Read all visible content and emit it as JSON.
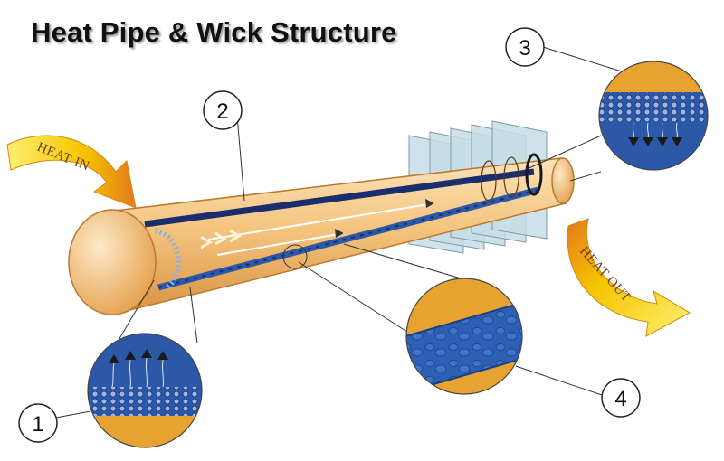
{
  "title": "Heat Pipe & Wick Structure",
  "arrows": {
    "heat_in": "HEAT IN",
    "heat_out": "HEAT OUT"
  },
  "callouts": [
    "1",
    "2",
    "3",
    "4"
  ],
  "colors": {
    "pipe_fill": "#f3c27e",
    "pipe_edge": "#c98a3a",
    "wick_blue": "#2c59a7",
    "wick_dark": "#1a2d6e",
    "arrow_yellow": "#f6d400",
    "arrow_orange": "#e88a1c",
    "fin_blue": "#c7dde6"
  }
}
